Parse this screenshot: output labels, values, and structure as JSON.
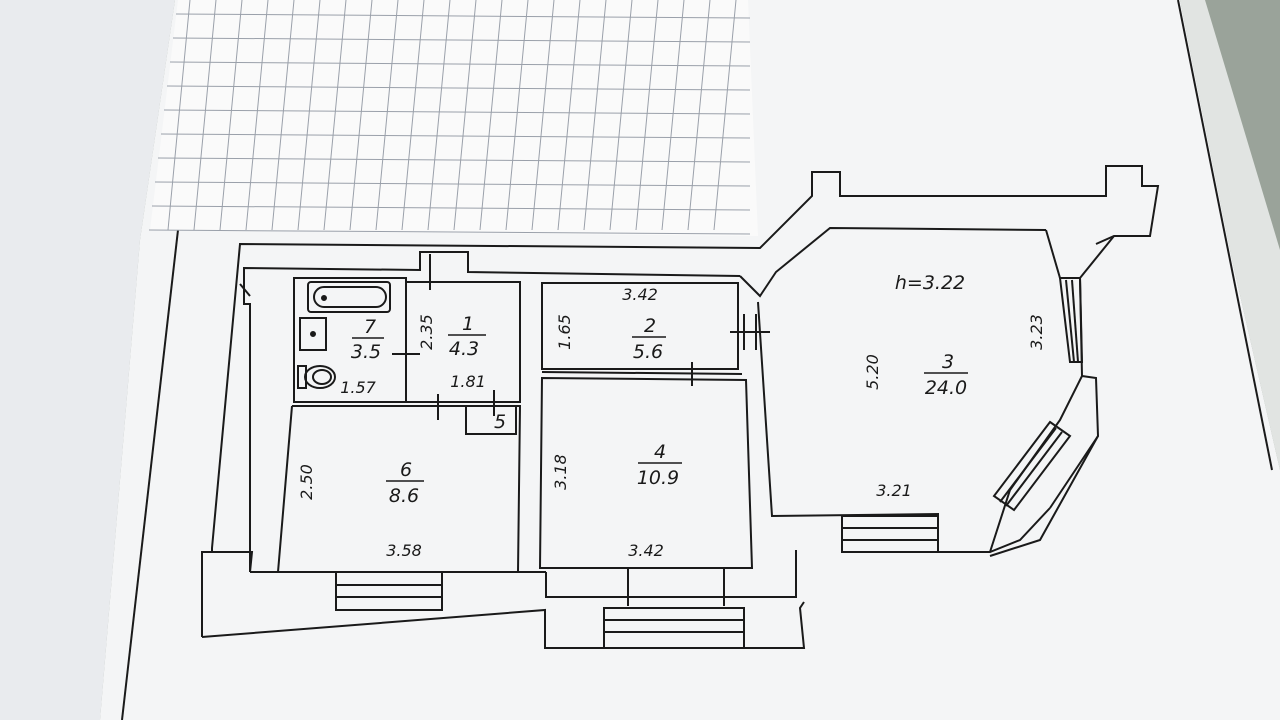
{
  "plan": {
    "height_note": "h=3.22",
    "rooms": [
      {
        "id": "1",
        "area": "4.3"
      },
      {
        "id": "2",
        "area": "5.6"
      },
      {
        "id": "3",
        "area": "24.0"
      },
      {
        "id": "4",
        "area": "10.9"
      },
      {
        "id": "5",
        "area": ""
      },
      {
        "id": "6",
        "area": "8.6"
      },
      {
        "id": "7",
        "area": "3.5"
      }
    ],
    "dimensions": {
      "room1_height": "2.35",
      "room1_width": "1.81",
      "room7_width": "1.57",
      "room2_width": "3.42",
      "room2_height": "1.65",
      "room4_height": "3.18",
      "room4_width": "3.42",
      "room6_height": "2.50",
      "room6_width": "3.58",
      "room3_height": "5.20",
      "room3_width": "3.21",
      "room3_bay": "3.23"
    }
  },
  "colors": {
    "background": "#9aa39a",
    "paper": "#f4f5f6",
    "grid_paper": "#fafafa",
    "grid_line": "#9aa0aa",
    "ink": "#1a1a1a"
  }
}
